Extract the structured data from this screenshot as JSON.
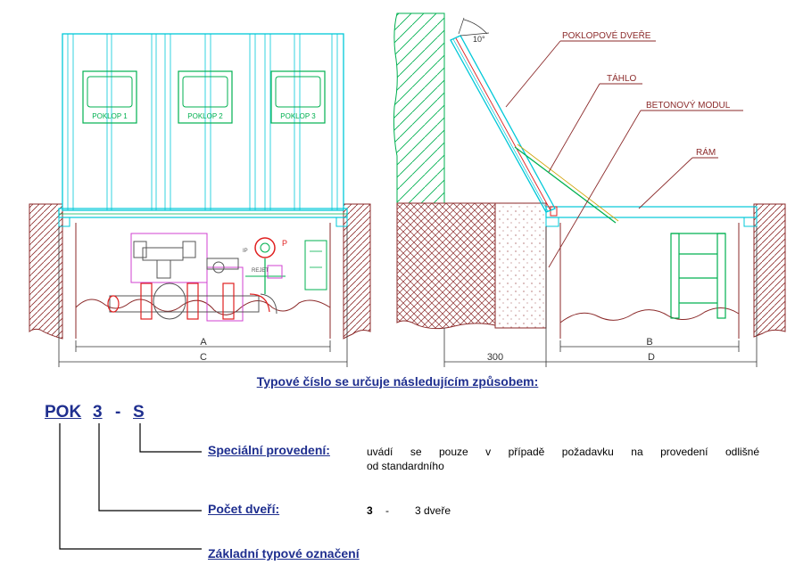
{
  "drawing": {
    "covers": [
      "POKLOP 1",
      "POKLOP 2",
      "POKLOP 3"
    ],
    "callouts": [
      "POKLOPOVÉ DVEŘE",
      "TÁHLO",
      "BETONOVÝ MODUL",
      "RÁM"
    ],
    "angle_label": "10°",
    "equipment_labels": {
      "ip": "IP",
      "reset": "REJET",
      "p": "P"
    },
    "dimensions": {
      "a": "A",
      "c": "C",
      "b": "B",
      "d": "D",
      "w300": "300"
    }
  },
  "legend": {
    "heading": "Typové číslo se určuje následujícím způsobem:",
    "code": {
      "part1": "POK",
      "part2": "3",
      "sep": "-",
      "part3": "S"
    },
    "special": {
      "label": "Speciální provedení:",
      "line1": "uvádí se pouze v případě požadavku na provedení odlišné",
      "line2": "od standardního"
    },
    "doors": {
      "label": "Počet dveří:",
      "value": "3",
      "sep": "-",
      "text": "3 dveře"
    },
    "basic": {
      "label": "Základní typové označení"
    }
  },
  "colors": {
    "cyan": "#00c8d8",
    "green": "#00b050",
    "magenta": "#d040d0",
    "red": "#e02020",
    "blue": "#1f2f8f",
    "soil": "#8b2a2a"
  }
}
